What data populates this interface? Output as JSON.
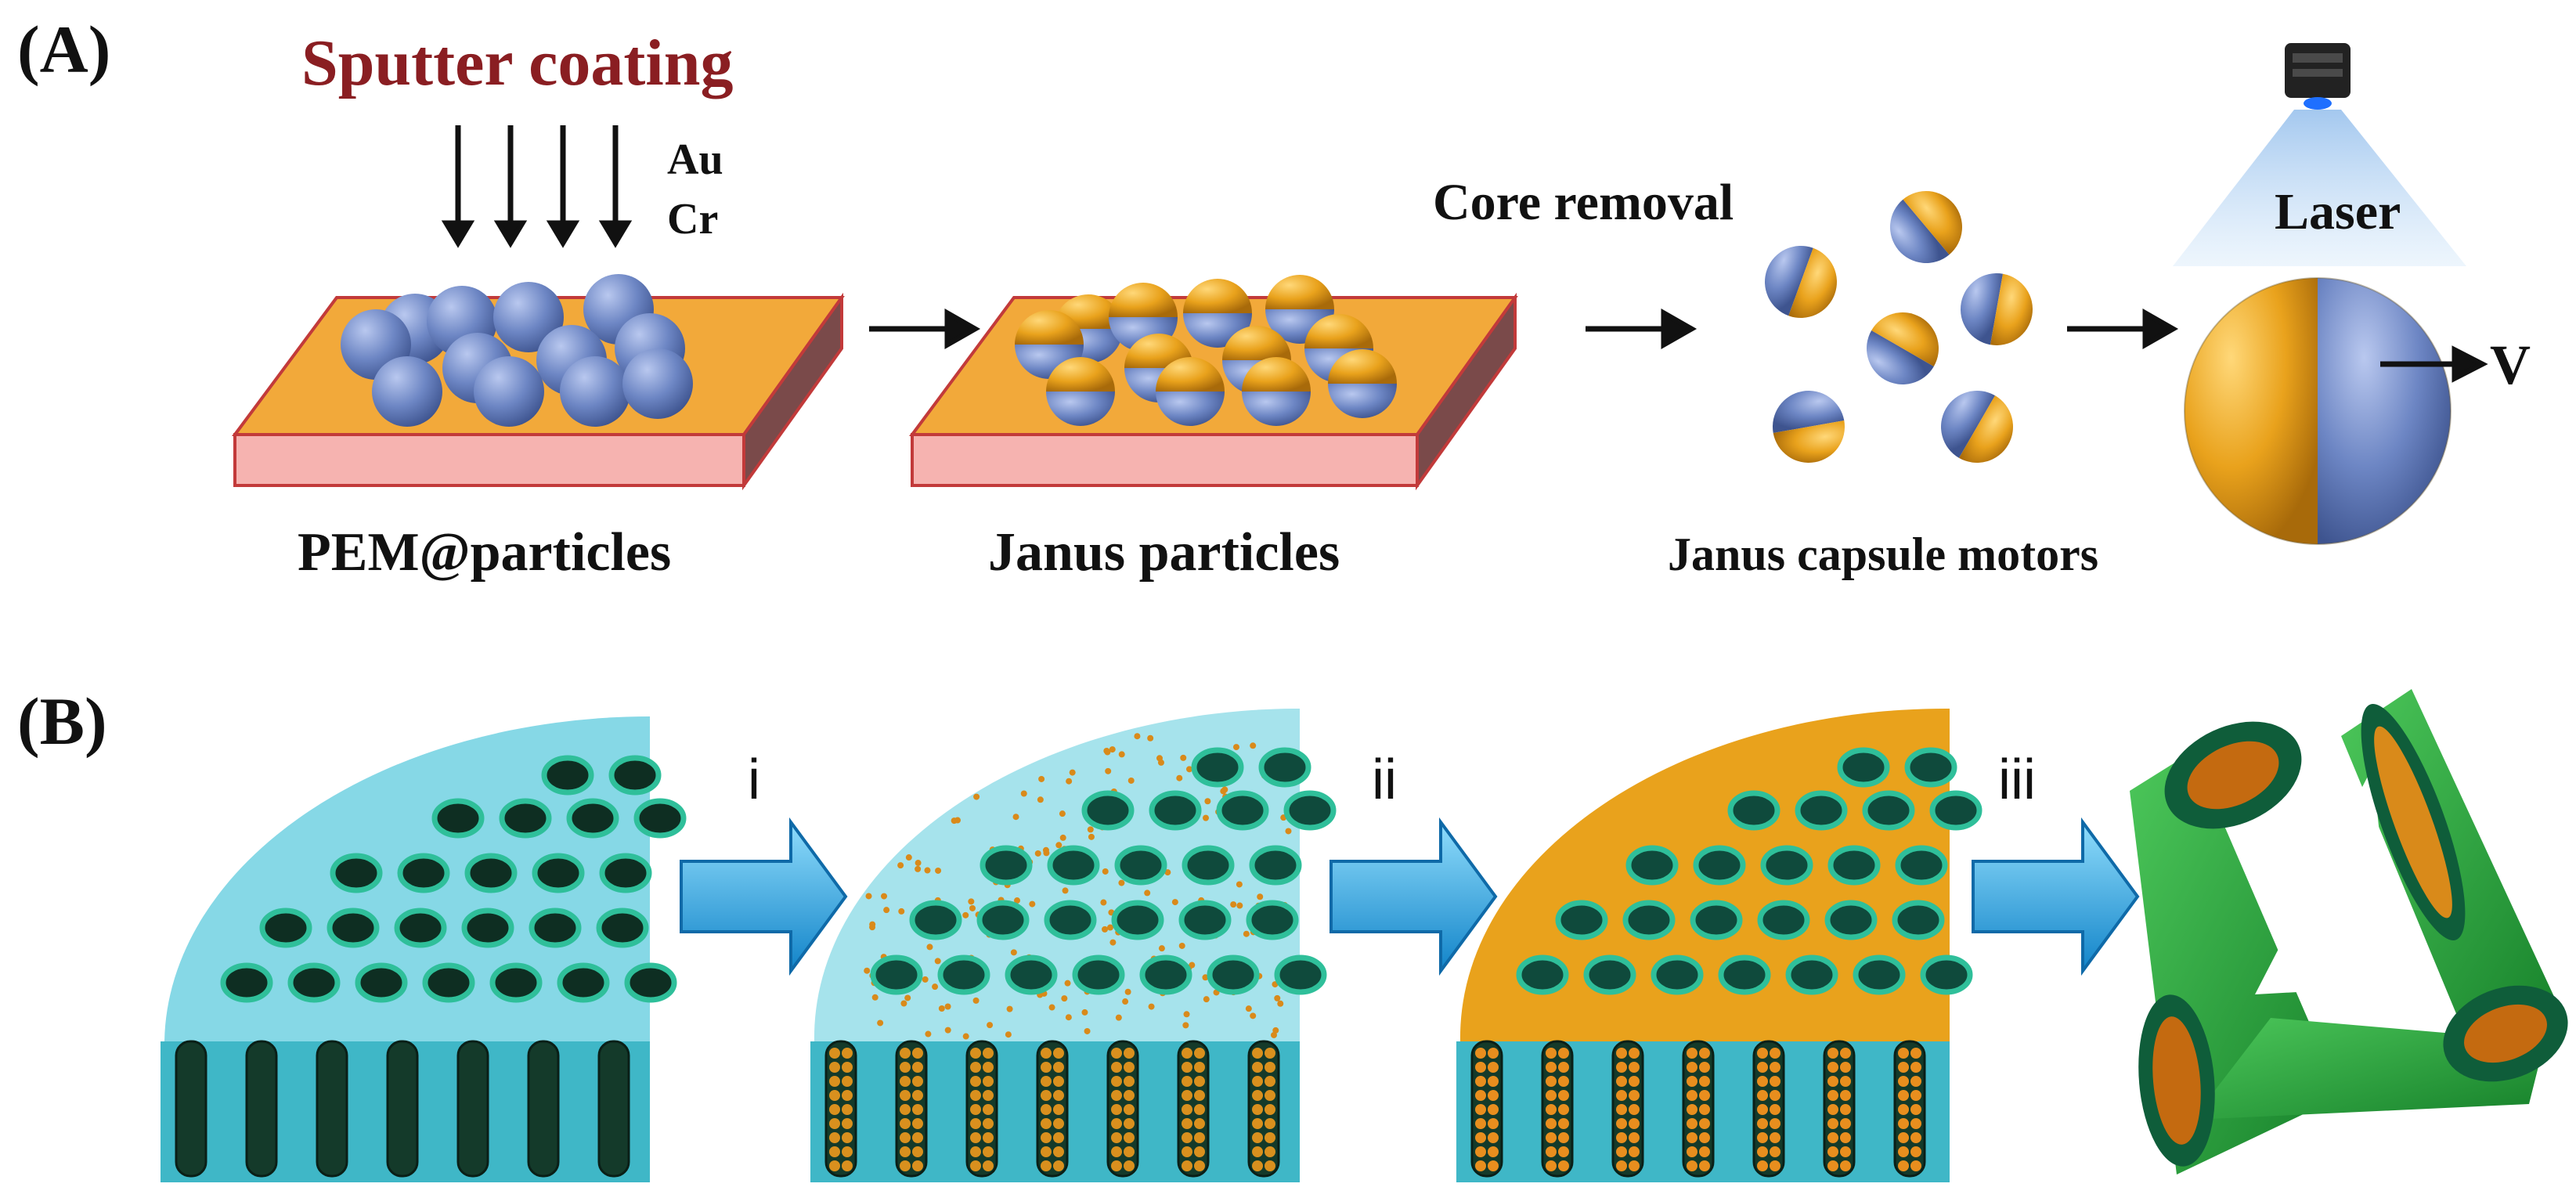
{
  "panel_a": {
    "label": "(A)",
    "sputter_title": "Sputter coating",
    "metal_1": "Au",
    "metal_2": "Cr",
    "core_removal": "Core removal",
    "laser": "Laser",
    "velocity": "V",
    "caption_1": "PEM@particles",
    "caption_2": "Janus particles",
    "caption_3": "Janus capsule motors"
  },
  "panel_b": {
    "label": "(B)",
    "step_1": "i",
    "step_2": "ii",
    "step_3": "iii"
  },
  "colors": {
    "sphere_blue": "#6d86c4",
    "gold": "#e9a21c",
    "substrate_pink": "#f6b3b0",
    "membrane_cyan": "#86d8e6",
    "pore_green": "#1a6b58",
    "tube_green": "#2aa43a",
    "arrow_blue": "#1e9fe0",
    "sputter_red": "#8a1e22"
  }
}
